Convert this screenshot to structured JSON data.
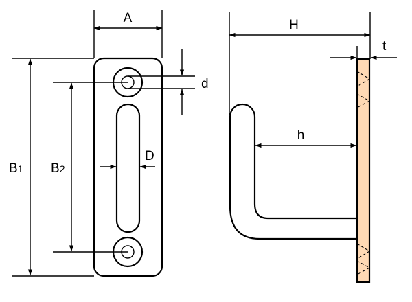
{
  "labels": {
    "A": "A",
    "H": "H",
    "t": "t",
    "d": "d",
    "h": "h",
    "D": "D",
    "B1_main": "B",
    "B1_sub": "1",
    "B2_main": "B",
    "B2_sub": "2"
  },
  "colors": {
    "line": "#000000",
    "plate_fill": "#ffd9b4",
    "background": "#ffffff"
  }
}
